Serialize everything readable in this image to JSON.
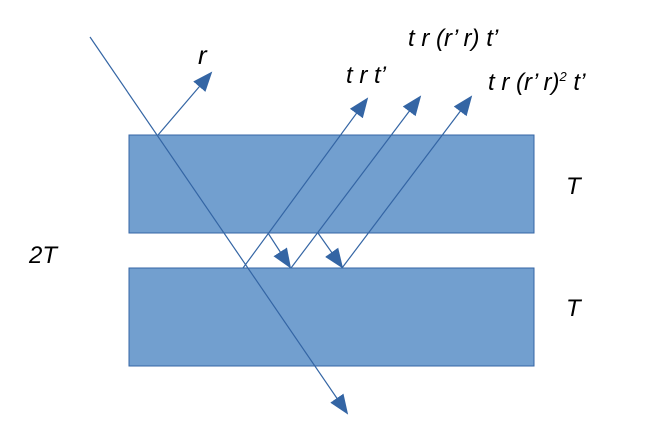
{
  "labels": {
    "r": "r",
    "trt": "t r t’",
    "tr_rr_t": "t r (r’ r) t’",
    "tr_rr2_prefix": "t r (r’ r)",
    "tr_rr2_exp": "2",
    "tr_rr2_suffix": " t’",
    "gap": "2T",
    "top_slab": "T",
    "bottom_slab": "T"
  },
  "colors": {
    "slab_fill": "#729fcf",
    "slab_stroke": "#3465a4",
    "ray": "#3465a4",
    "text": "#000000"
  }
}
